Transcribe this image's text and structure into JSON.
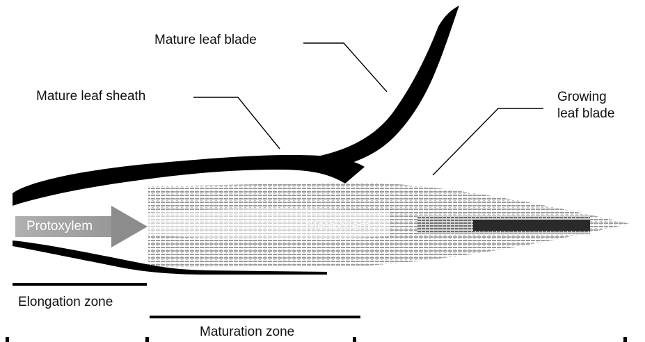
{
  "labels": {
    "mature_leaf_blade": "Mature leaf blade",
    "mature_leaf_sheath": "Mature leaf sheath",
    "growing_leaf_blade_line1": "Growing",
    "growing_leaf_blade_line2": "leaf blade",
    "protoxylem": "Protoxylem",
    "metaxylem": "Metaxylem",
    "elongation_zone": "Elongation zone",
    "maturation_zone": "Maturation zone"
  },
  "colors": {
    "ink": "#000000",
    "xylem_texture": "#9a9a9a",
    "protoxylem_arrow": "#8c8c8c"
  }
}
